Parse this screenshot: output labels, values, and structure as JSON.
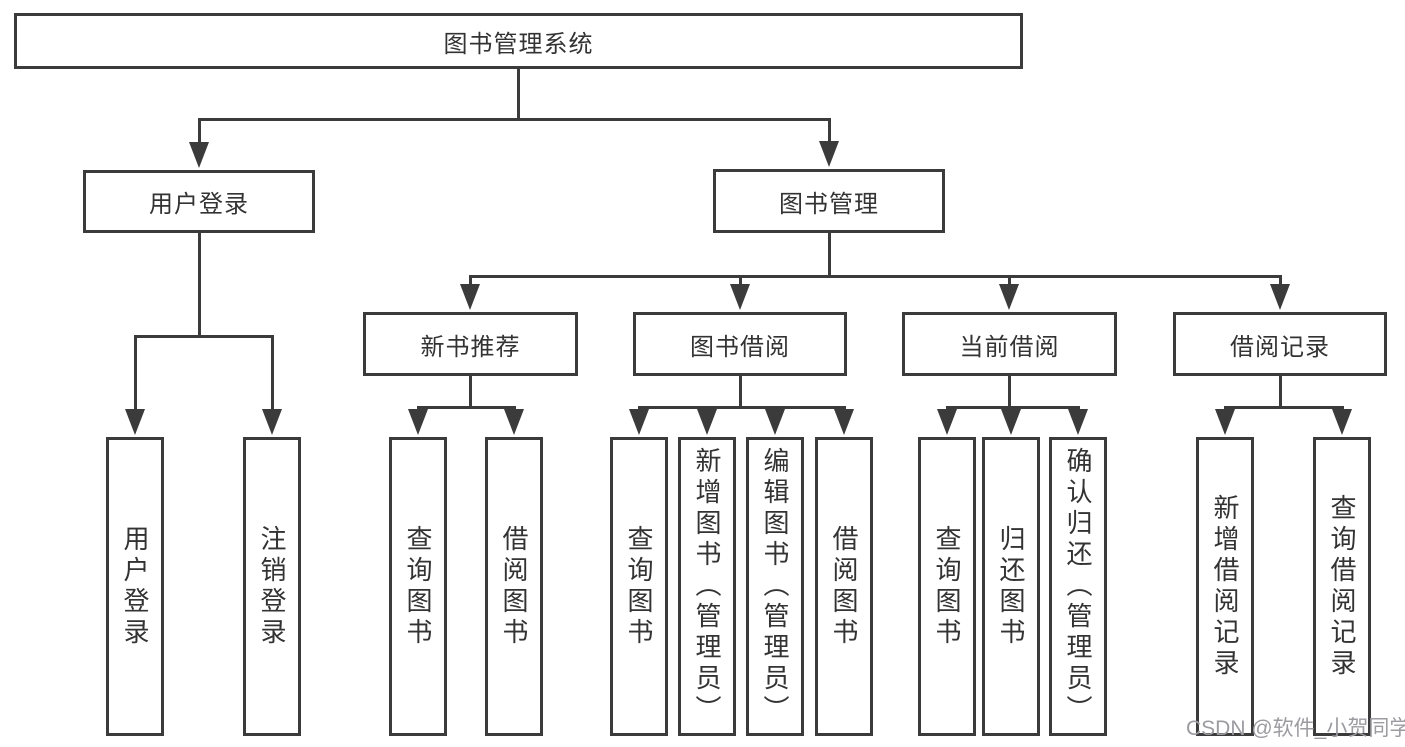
{
  "colors": {
    "line": "#3b3b3b",
    "text": "#333333",
    "watermark": "#9b9ba1",
    "background": "#ffffff"
  },
  "watermark": {
    "text": "CSDN @软件_小贺同学"
  },
  "tree": {
    "root": {
      "label": "图书管理系统",
      "children": [
        {
          "label": "用户登录",
          "children": [
            {
              "label": "用户登录"
            },
            {
              "label": "注销登录"
            }
          ]
        },
        {
          "label": "图书管理",
          "children": [
            {
              "label": "新书推荐",
              "children": [
                {
                  "label": "查询图书"
                },
                {
                  "label": "借阅图书"
                }
              ]
            },
            {
              "label": "图书借阅",
              "children": [
                {
                  "label": "查询图书"
                },
                {
                  "label": "新增图书（管理员）"
                },
                {
                  "label": "编辑图书（管理员）"
                },
                {
                  "label": "借阅图书"
                }
              ]
            },
            {
              "label": "当前借阅",
              "children": [
                {
                  "label": "查询图书"
                },
                {
                  "label": "归还图书"
                },
                {
                  "label": "确认归还（管理员）"
                }
              ]
            },
            {
              "label": "借阅记录",
              "children": [
                {
                  "label": "新增借阅记录"
                },
                {
                  "label": "查询借阅记录"
                }
              ]
            }
          ]
        }
      ]
    }
  }
}
